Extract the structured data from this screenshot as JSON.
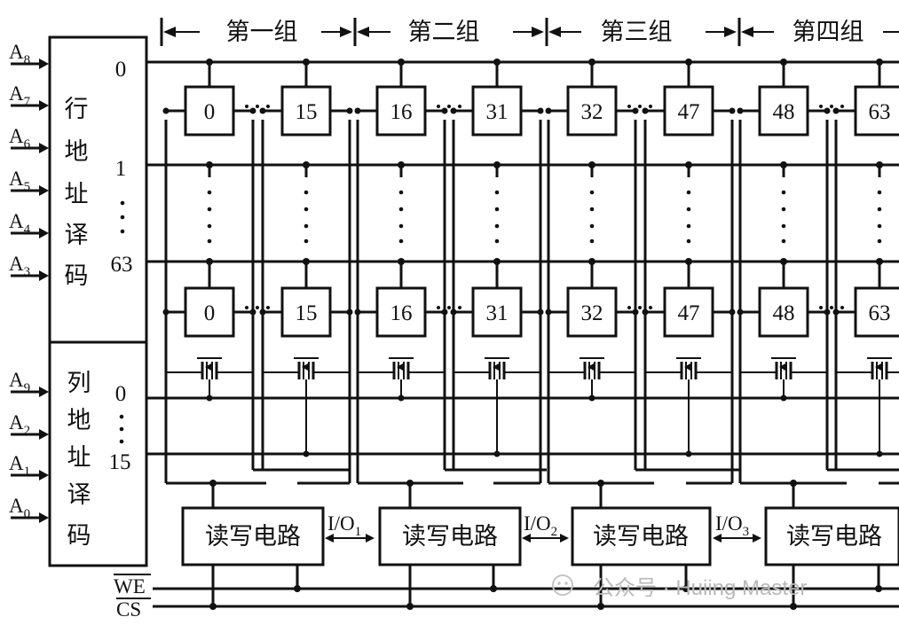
{
  "groups": [
    "第一组",
    "第二组",
    "第三组",
    "第四组"
  ],
  "row_decoder": {
    "label_chars": [
      "行",
      "地",
      "址",
      "译",
      "码"
    ],
    "inputs": [
      {
        "base": "A",
        "sub": "8"
      },
      {
        "base": "A",
        "sub": "7"
      },
      {
        "base": "A",
        "sub": "6"
      },
      {
        "base": "A",
        "sub": "5"
      },
      {
        "base": "A",
        "sub": "4"
      },
      {
        "base": "A",
        "sub": "3"
      }
    ],
    "outputs": {
      "first": "0",
      "second": "1",
      "last": "63"
    }
  },
  "col_decoder": {
    "label_chars": [
      "列",
      "地",
      "址",
      "译",
      "码"
    ],
    "inputs": [
      {
        "base": "A",
        "sub": "9"
      },
      {
        "base": "A",
        "sub": "2"
      },
      {
        "base": "A",
        "sub": "1"
      },
      {
        "base": "A",
        "sub": "0"
      }
    ],
    "outputs": {
      "first": "0",
      "last": "15"
    }
  },
  "cell_columns": [
    "0",
    "15",
    "16",
    "31",
    "32",
    "47",
    "48",
    "63"
  ],
  "rw_circuit_label": "读写电路",
  "io_labels": [
    {
      "base": "I/O",
      "sub": "1"
    },
    {
      "base": "I/O",
      "sub": "2"
    },
    {
      "base": "I/O",
      "sub": "3"
    }
  ],
  "control_signals": [
    "WE",
    "CS"
  ],
  "watermark": "公众号 · Huiing Master"
}
